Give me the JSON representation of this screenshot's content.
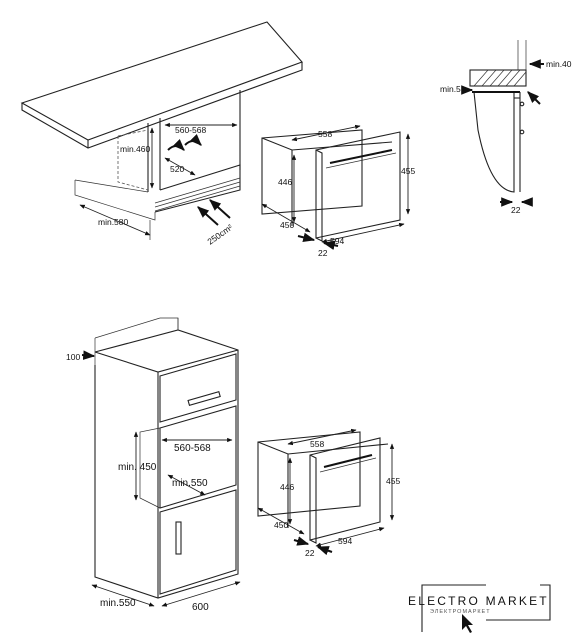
{
  "top_left_install": {
    "labels": {
      "cutout_width": "560-568",
      "cutout_height": "min.460",
      "cutout_depth": "520",
      "cabinet_depth": "min.580",
      "vent_area": "250cm²"
    }
  },
  "top_middle_oven": {
    "labels": {
      "inner_width": "558",
      "body_height": "446",
      "front_height": "455",
      "body_depth": "450",
      "front_width": "594",
      "front_thickness": "22"
    }
  },
  "side_view": {
    "labels": {
      "top_gap": "min.40",
      "side_gap": "min.5",
      "door_depth": "22"
    }
  },
  "column_install": {
    "labels": {
      "top_offset": "100",
      "cutout_width": "560-568",
      "cutout_height": "min. 450",
      "cutout_depth": "min.550",
      "column_depth": "min.550",
      "column_width": "600"
    }
  },
  "bottom_oven": {
    "labels": {
      "inner_width": "558",
      "body_height": "446",
      "front_height": "455",
      "body_depth": "450",
      "front_width": "594",
      "front_thickness": "22"
    }
  },
  "brand": {
    "name": "ELECTRO MARKET",
    "tagline": "ЭЛЕКТРОМАРКЕТ"
  }
}
